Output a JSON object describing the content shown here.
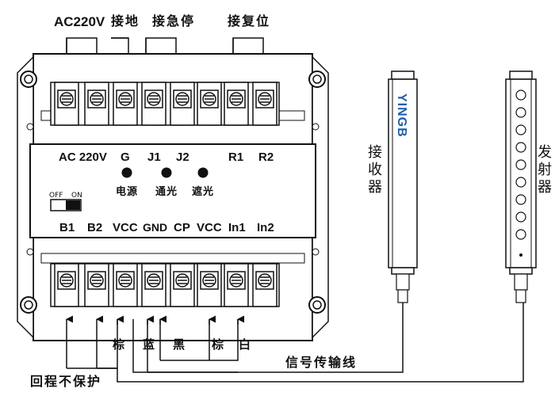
{
  "top_labels": {
    "ac220v": "AC220V",
    "ground": "接地",
    "estop": "接急停",
    "reset": "接复位"
  },
  "panel": {
    "upper_labels": [
      "AC 220V",
      "G",
      "J1",
      "J2",
      "R1",
      "R2"
    ],
    "indicators": [
      "电源",
      "通光",
      "遮光"
    ],
    "switch": {
      "off": "OFF",
      "on": "ON"
    },
    "lower_labels": [
      "B1",
      "B2",
      "VCC",
      "GND",
      "CP",
      "VCC",
      "In1",
      "In2"
    ]
  },
  "wire_colors": {
    "brown1": "棕",
    "blue": "蓝",
    "black": "黑",
    "brown2": "棕",
    "white": "白"
  },
  "bottom_labels": {
    "signal_line": "信号传输线",
    "no_protection": "回程不保护"
  },
  "sensors": {
    "receiver": {
      "brand": "YINGB",
      "label": "接收器"
    },
    "emitter": {
      "label": "发射器"
    }
  }
}
